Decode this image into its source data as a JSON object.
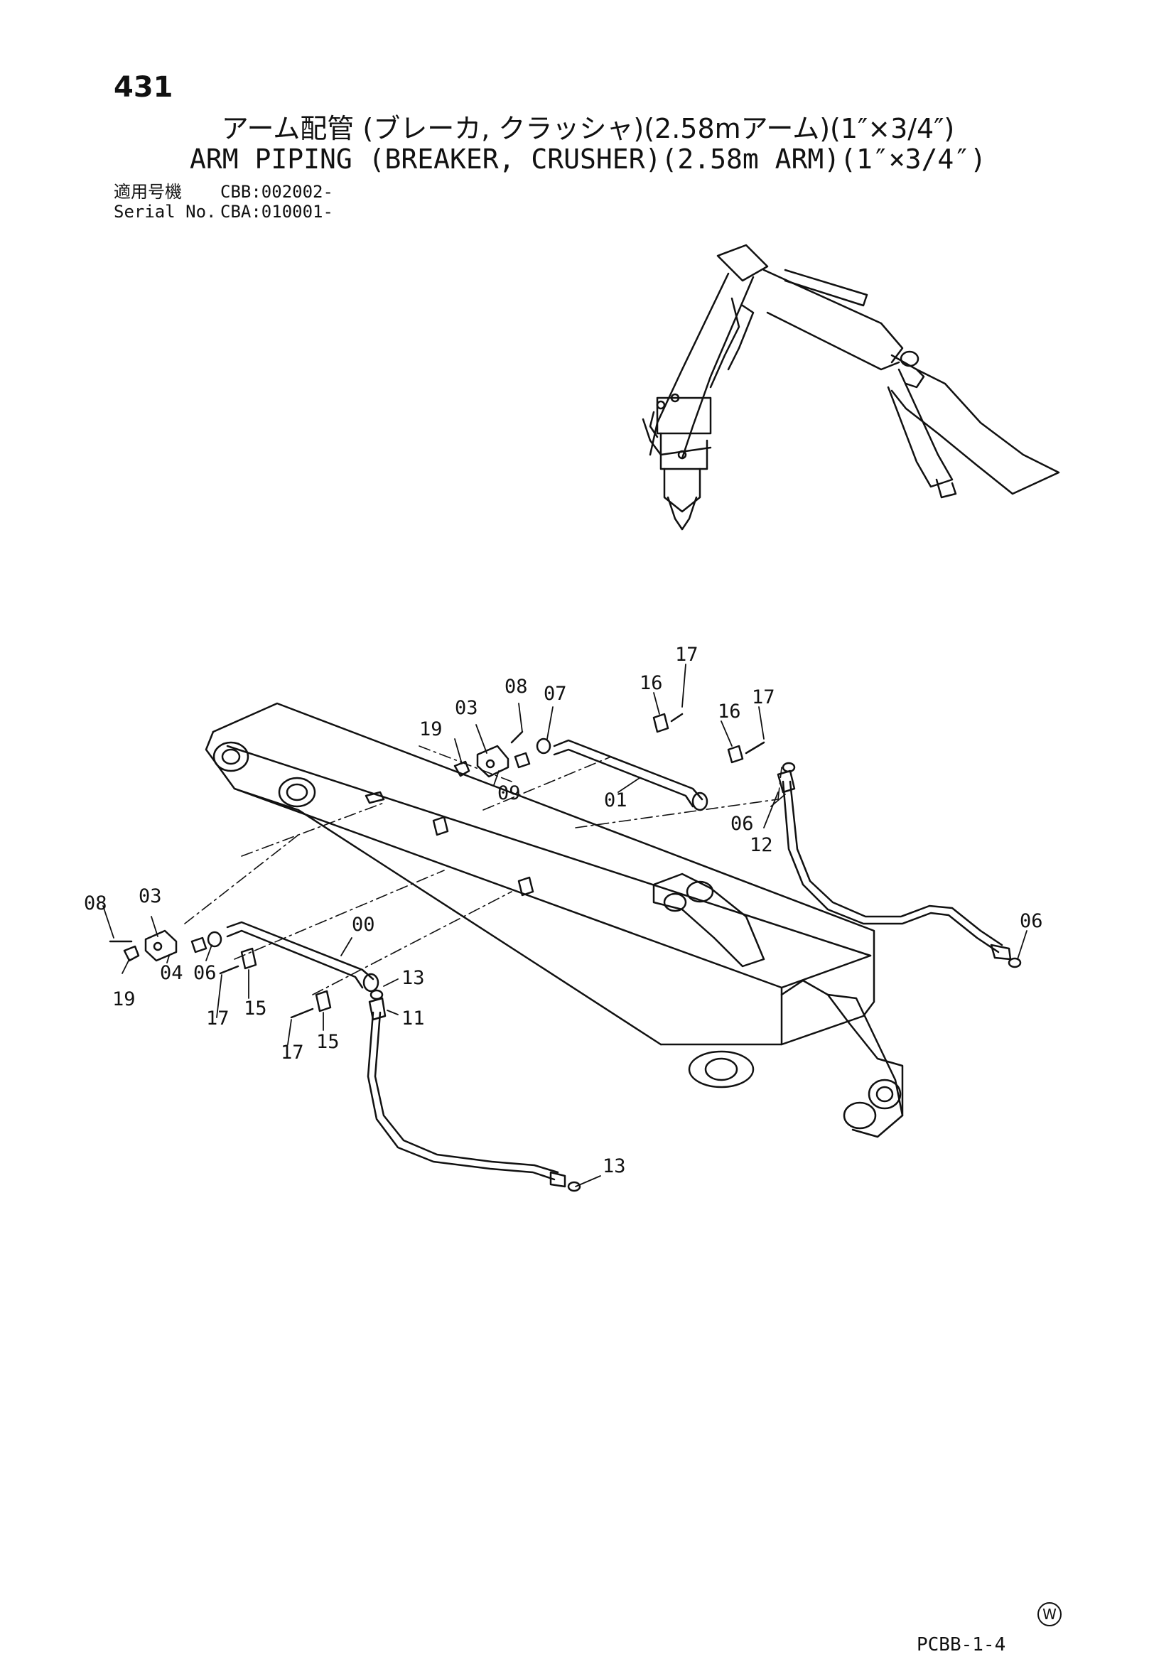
{
  "header": {
    "page_number": "431",
    "title_jp": "アーム配管 (ブレーカ, クラッシャ)(2.58mアーム)(1″×3/4″)",
    "title_en": "ARM PIPING (BREAKER, CRUSHER)(2.58m ARM)(1″×3/4″)",
    "serials": [
      {
        "label": "適用号機",
        "value": "CBB:002002-"
      },
      {
        "label": "Serial No.",
        "value": "CBA:010001-"
      }
    ]
  },
  "callouts": [
    "00",
    "01",
    "03",
    "03",
    "04",
    "06",
    "06",
    "06",
    "07",
    "08",
    "08",
    "09",
    "11",
    "12",
    "13",
    "13",
    "15",
    "15",
    "16",
    "16",
    "17",
    "17",
    "17",
    "17",
    "19",
    "19"
  ],
  "footer": {
    "mark": "W",
    "doc_code": "PCBB-1-4"
  }
}
